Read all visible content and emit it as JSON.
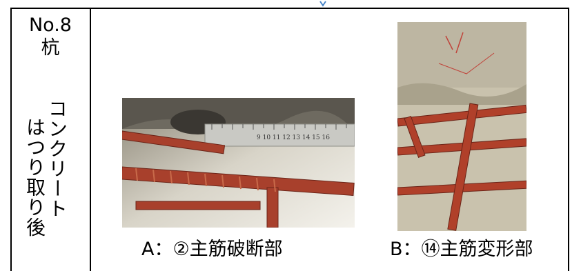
{
  "labels": {
    "number": "No.8",
    "pile": "杭",
    "vertical_col1": "コンクリート",
    "vertical_col2": "はつり取り後"
  },
  "photos": [
    {
      "caption": "A：②主筋破断部",
      "scale_numbers": "9 10 11 12 13 14 15 16"
    },
    {
      "caption": "B：⑭主筋変形部"
    }
  ],
  "colors": {
    "rebar": "#a8402c",
    "concrete": "#c9c2ad",
    "ruler": "#c9c9c4"
  }
}
